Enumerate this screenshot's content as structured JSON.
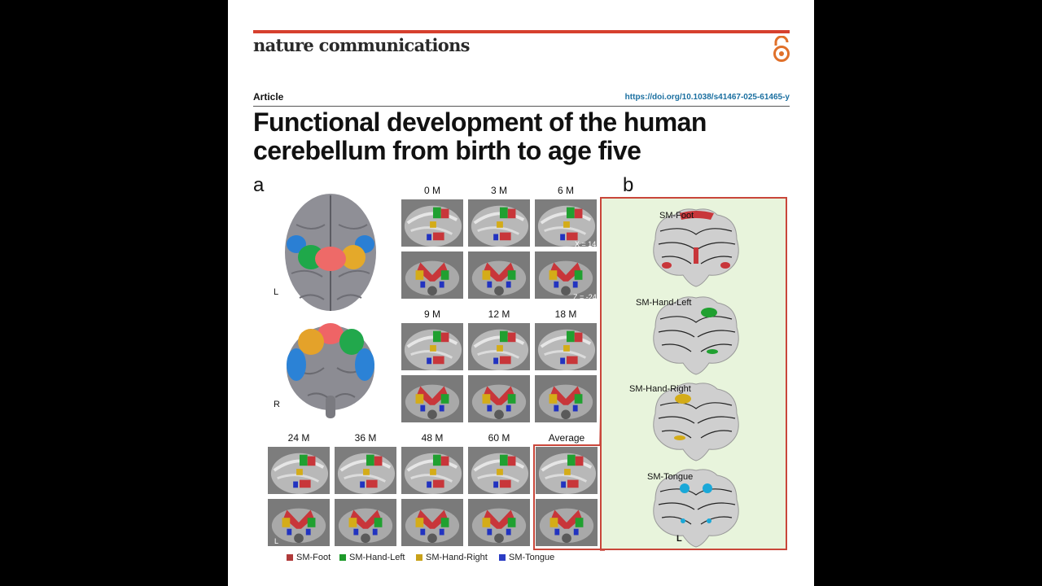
{
  "header": {
    "journal": "nature communications",
    "article_type": "Article",
    "doi": "https://doi.org/10.1038/s41467-025-61465-y",
    "title": "Functional development of the human cerebellum from birth to age five"
  },
  "figure": {
    "panel_a": "a",
    "panel_b": "b",
    "brain_labels": {
      "top": "L",
      "bottom": "R",
      "flat": "L"
    },
    "ages": [
      "0 M",
      "3 M",
      "6 M",
      "9 M",
      "12 M",
      "18 M",
      "24 M",
      "36 M",
      "48 M",
      "60 M",
      "Average"
    ],
    "coord_x": "X = 14",
    "coord_z": "Z = -24",
    "tile_corner_label": "L",
    "flatmap_labels": [
      "SM-Foot",
      "SM-Hand-Left",
      "SM-Hand-Right",
      "SM-Tongue"
    ],
    "legend": [
      {
        "label": "SM-Foot",
        "color": "#b03a3a"
      },
      {
        "label": "SM-Hand-Left",
        "color": "#1e9a2a"
      },
      {
        "label": "SM-Hand-Right",
        "color": "#c9a21a"
      },
      {
        "label": "SM-Tongue",
        "color": "#2b3cc4"
      }
    ],
    "colors": {
      "foot": "#c8363a",
      "hand_left": "#20a030",
      "hand_right": "#d4ac18",
      "tongue": "#2233c0",
      "tongue_flat": "#1aa8d8",
      "accent": "#d6402e"
    }
  }
}
